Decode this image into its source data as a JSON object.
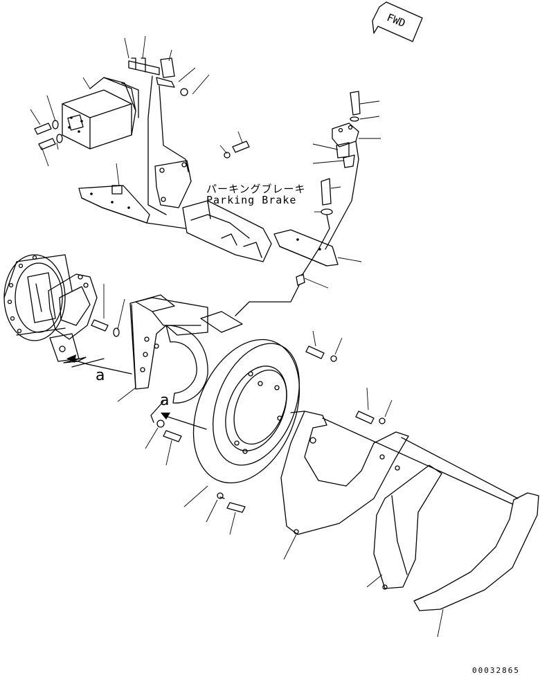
{
  "diagram": {
    "label_jp": "パーキングブレーキ",
    "label_en": "Parking Brake",
    "direction_label": "FWD",
    "reference_mark": "a",
    "document_code": "00032865"
  }
}
